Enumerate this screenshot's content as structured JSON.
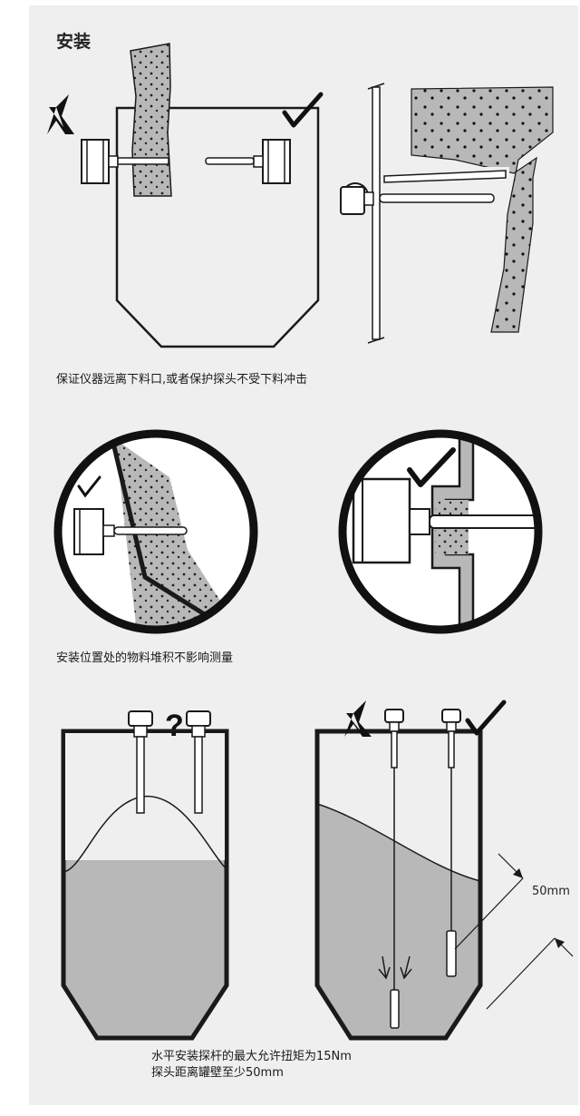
{
  "title": "安装",
  "captions": {
    "caption1": "保证仪器远离下料口,或者保护探头不受下料冲击",
    "caption2": "安装位置处的物料堆积不影响测量",
    "caption3_line1": "水平安装探杆的最大允许扭矩为15Nm",
    "caption3_line2": "探头距离罐壁至少50mm"
  },
  "dimension_label": "50mm",
  "symbols": {
    "wrong": "cross-mark-icon",
    "right": "check-mark-icon",
    "unsure": "?"
  },
  "colors": {
    "material": "#b8b8b8",
    "background": "#efefef",
    "line": "#1a1a1a"
  }
}
